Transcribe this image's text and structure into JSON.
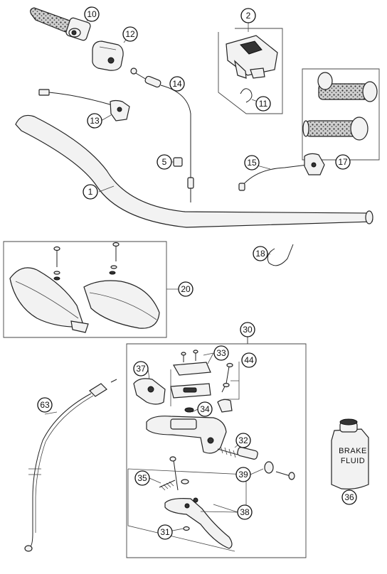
{
  "callouts": [
    {
      "id": "c1",
      "label": "1"
    },
    {
      "id": "c2",
      "label": "2"
    },
    {
      "id": "c5",
      "label": "5"
    },
    {
      "id": "c10",
      "label": "10"
    },
    {
      "id": "c11",
      "label": "11"
    },
    {
      "id": "c12",
      "label": "12"
    },
    {
      "id": "c13",
      "label": "13"
    },
    {
      "id": "c14",
      "label": "14"
    },
    {
      "id": "c15",
      "label": "15"
    },
    {
      "id": "c17",
      "label": "17"
    },
    {
      "id": "c18",
      "label": "18"
    },
    {
      "id": "c20",
      "label": "20"
    },
    {
      "id": "c30",
      "label": "30"
    },
    {
      "id": "c31",
      "label": "31"
    },
    {
      "id": "c32",
      "label": "32"
    },
    {
      "id": "c33",
      "label": "33"
    },
    {
      "id": "c34",
      "label": "34"
    },
    {
      "id": "c35",
      "label": "35"
    },
    {
      "id": "c36",
      "label": "36"
    },
    {
      "id": "c37",
      "label": "37"
    },
    {
      "id": "c38",
      "label": "38"
    },
    {
      "id": "c39",
      "label": "39"
    },
    {
      "id": "c44",
      "label": "44"
    },
    {
      "id": "c63",
      "label": "63"
    }
  ],
  "bottle": {
    "line1": "BRAKE",
    "line2": "FLUID"
  }
}
